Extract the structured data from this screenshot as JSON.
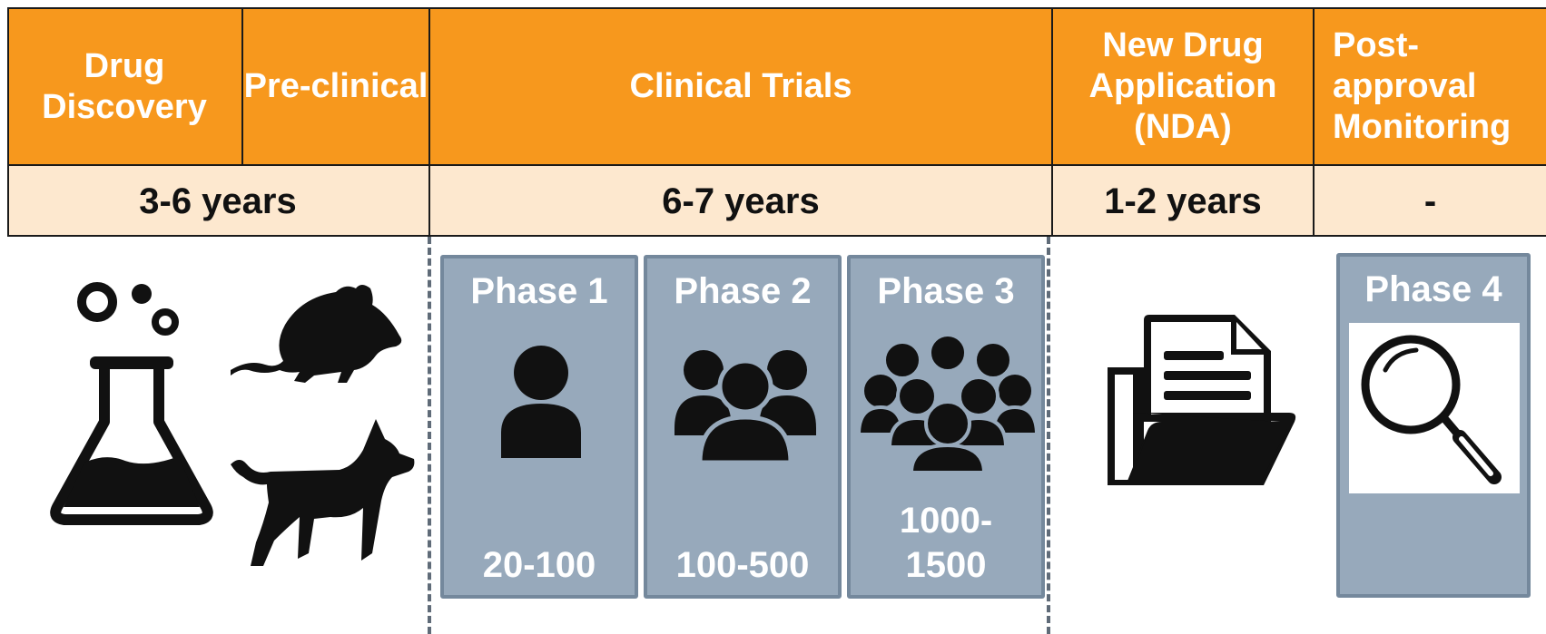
{
  "header": {
    "drug_discovery": "Drug Discovery",
    "preclinical": "Pre-clinical",
    "clinical_trials": "Clinical Trials",
    "nda": "New Drug Application (NDA)",
    "post_approval": "Post-approval Monitoring"
  },
  "durations": {
    "discovery_preclinical": "3-6 years",
    "clinical": "6-7 years",
    "nda": "1-2 years",
    "post_approval": "-"
  },
  "phases": [
    {
      "title": "Phase 1",
      "count": "20-100"
    },
    {
      "title": "Phase 2",
      "count": "100-500"
    },
    {
      "title": "Phase 3",
      "count": "1000-1500"
    },
    {
      "title": "Phase 4",
      "count": ""
    }
  ],
  "icons": {
    "discovery": "flask-icon",
    "preclinical_a": "mouse-icon",
    "preclinical_b": "dog-icon",
    "phase1": "person-icon",
    "phase2": "group-icon",
    "phase3": "crowd-icon",
    "nda": "document-folder-icon",
    "phase4": "magnifier-icon"
  },
  "colors": {
    "header_bg": "#F7981D",
    "duration_bg": "#FDE8CF",
    "phase_bg": "#97A9BB"
  }
}
